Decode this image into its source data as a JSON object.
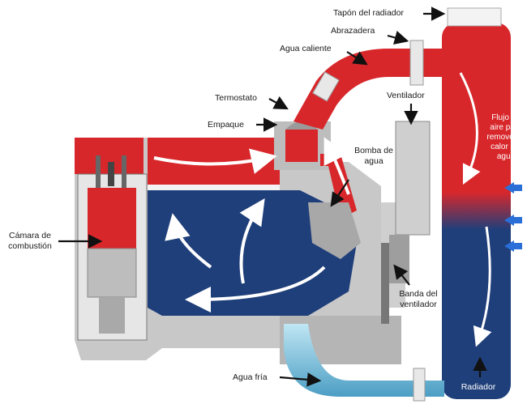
{
  "labels": {
    "tapon": "Tapón del radiador",
    "abrazadera": "Abrazadera",
    "agua_caliente": "Agua caliente",
    "termostato": "Termostato",
    "empaque": "Empaque",
    "ventilador": "Ventilador",
    "bomba": "Bomba de agua",
    "camara": "Cámara de combustión",
    "banda": "Banda del ventilador",
    "agua_fria": "Agua fría",
    "radiador": "Radiador",
    "flujo_aire": "Flujo de aire para remover el calor del agua"
  },
  "colors": {
    "hot": "#d8272b",
    "cold": "#1f3f7a",
    "cold_light": "#7cc3df",
    "engine_gray": "#c9c9c9",
    "air_arrow": "#2a6fd8"
  }
}
